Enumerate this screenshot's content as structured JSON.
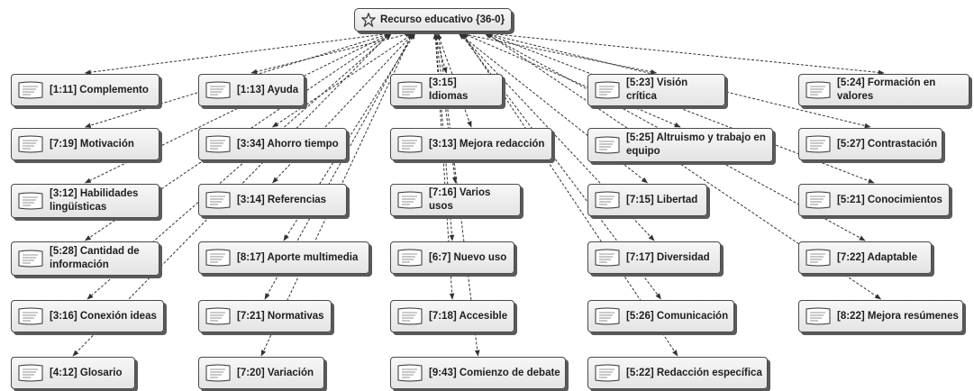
{
  "root": {
    "label": "Recurso educativo {36-0}",
    "icon": "network-node-icon"
  },
  "nodes": [
    {
      "id": "n1",
      "label": "[1:11] Complemento",
      "icon": "quote-document-icon"
    },
    {
      "id": "n2",
      "label": "[1:13] Ayuda",
      "icon": "quote-document-icon"
    },
    {
      "id": "n3",
      "label": "[3:15] Idiomas",
      "icon": "quote-document-icon"
    },
    {
      "id": "n4",
      "label": "[5:23] Visión crítica",
      "icon": "quote-document-icon"
    },
    {
      "id": "n5",
      "label": "[5:24] Formación en valores",
      "icon": "quote-document-icon"
    },
    {
      "id": "n6",
      "label": "[7:19] Motivación",
      "icon": "quote-document-icon"
    },
    {
      "id": "n7",
      "label": "[3:34] Ahorro tiempo",
      "icon": "quote-document-icon"
    },
    {
      "id": "n8",
      "label": "[3:13] Mejora redacción",
      "icon": "quote-document-icon"
    },
    {
      "id": "n9",
      "label": "[5:25] Altruismo y trabajo en equipo",
      "icon": "quote-document-icon"
    },
    {
      "id": "n10",
      "label": "[5:27] Contrastación",
      "icon": "quote-document-icon"
    },
    {
      "id": "n11",
      "label": "[3:12] Habilidades lingüísticas",
      "icon": "quote-document-icon"
    },
    {
      "id": "n12",
      "label": "[3:14] Referencias",
      "icon": "quote-document-icon"
    },
    {
      "id": "n13",
      "label": "[7:16] Varios usos",
      "icon": "quote-document-icon"
    },
    {
      "id": "n14",
      "label": "[7:15] Libertad",
      "icon": "quote-document-icon"
    },
    {
      "id": "n15",
      "label": "[5:21] Conocimientos",
      "icon": "quote-document-icon"
    },
    {
      "id": "n16",
      "label": "[5:28] Cantidad de información",
      "icon": "quote-document-icon"
    },
    {
      "id": "n17",
      "label": "[8:17] Aporte multimedia",
      "icon": "quote-document-icon"
    },
    {
      "id": "n18",
      "label": "[6:7] Nuevo uso",
      "icon": "quote-document-icon"
    },
    {
      "id": "n19",
      "label": "[7:17] Diversidad",
      "icon": "quote-document-icon"
    },
    {
      "id": "n20",
      "label": "[7:22] Adaptable",
      "icon": "quote-document-icon"
    },
    {
      "id": "n21",
      "label": "[3:16] Conexión ideas",
      "icon": "quote-document-icon"
    },
    {
      "id": "n22",
      "label": "[7:21] Normativas",
      "icon": "quote-document-icon"
    },
    {
      "id": "n23",
      "label": "[7:18] Accesible",
      "icon": "quote-document-icon"
    },
    {
      "id": "n24",
      "label": "[5:26] Comunicación",
      "icon": "quote-document-icon"
    },
    {
      "id": "n25",
      "label": "[8:22] Mejora resúmenes",
      "icon": "quote-document-icon"
    },
    {
      "id": "n26",
      "label": "[4:12] Glosario",
      "icon": "quote-document-icon"
    },
    {
      "id": "n27",
      "label": "[7:20] Variación",
      "icon": "quote-document-icon"
    },
    {
      "id": "n28",
      "label": "[9:43] Comienzo de debate",
      "icon": "quote-document-icon"
    },
    {
      "id": "n29",
      "label": "[5:22] Redacción específica",
      "icon": "quote-document-icon"
    }
  ],
  "links": [
    {
      "from": "root",
      "to": "n1",
      "style": "dashed-double-arrow"
    },
    {
      "from": "root",
      "to": "n2",
      "style": "dashed-double-arrow"
    },
    {
      "from": "root",
      "to": "n3",
      "style": "dashed-double-arrow"
    },
    {
      "from": "root",
      "to": "n4",
      "style": "dashed-double-arrow"
    },
    {
      "from": "root",
      "to": "n5",
      "style": "dashed-double-arrow"
    },
    {
      "from": "root",
      "to": "n6",
      "style": "dashed-double-arrow"
    },
    {
      "from": "root",
      "to": "n7",
      "style": "dashed-double-arrow"
    },
    {
      "from": "root",
      "to": "n8",
      "style": "dashed-double-arrow"
    },
    {
      "from": "root",
      "to": "n9",
      "style": "dashed-double-arrow"
    },
    {
      "from": "root",
      "to": "n10",
      "style": "dashed-double-arrow"
    },
    {
      "from": "root",
      "to": "n11",
      "style": "dashed-double-arrow"
    },
    {
      "from": "root",
      "to": "n12",
      "style": "dashed-double-arrow"
    },
    {
      "from": "root",
      "to": "n13",
      "style": "dashed-double-arrow"
    },
    {
      "from": "root",
      "to": "n14",
      "style": "dashed-double-arrow"
    },
    {
      "from": "root",
      "to": "n15",
      "style": "dashed-double-arrow"
    },
    {
      "from": "root",
      "to": "n16",
      "style": "dashed-double-arrow"
    },
    {
      "from": "root",
      "to": "n17",
      "style": "dashed-double-arrow"
    },
    {
      "from": "root",
      "to": "n18",
      "style": "dashed-double-arrow"
    },
    {
      "from": "root",
      "to": "n19",
      "style": "dashed-double-arrow"
    },
    {
      "from": "root",
      "to": "n20",
      "style": "dashed-double-arrow"
    },
    {
      "from": "root",
      "to": "n21",
      "style": "dashed-double-arrow"
    },
    {
      "from": "root",
      "to": "n22",
      "style": "dashed-double-arrow"
    },
    {
      "from": "root",
      "to": "n23",
      "style": "dashed-double-arrow"
    },
    {
      "from": "root",
      "to": "n24",
      "style": "dashed-double-arrow"
    },
    {
      "from": "root",
      "to": "n25",
      "style": "dashed-double-arrow"
    },
    {
      "from": "root",
      "to": "n26",
      "style": "dashed-double-arrow"
    },
    {
      "from": "root",
      "to": "n27",
      "style": "dashed-double-arrow"
    },
    {
      "from": "root",
      "to": "n28",
      "style": "dashed-double-arrow"
    },
    {
      "from": "root",
      "to": "n29",
      "style": "dashed-double-arrow"
    }
  ],
  "colors": {
    "box_border": "#4a4a4a",
    "box_fill": "#eeeeee",
    "box_shadow": "#5a5a5a",
    "link": "#333333",
    "text": "#1e1e1e"
  }
}
